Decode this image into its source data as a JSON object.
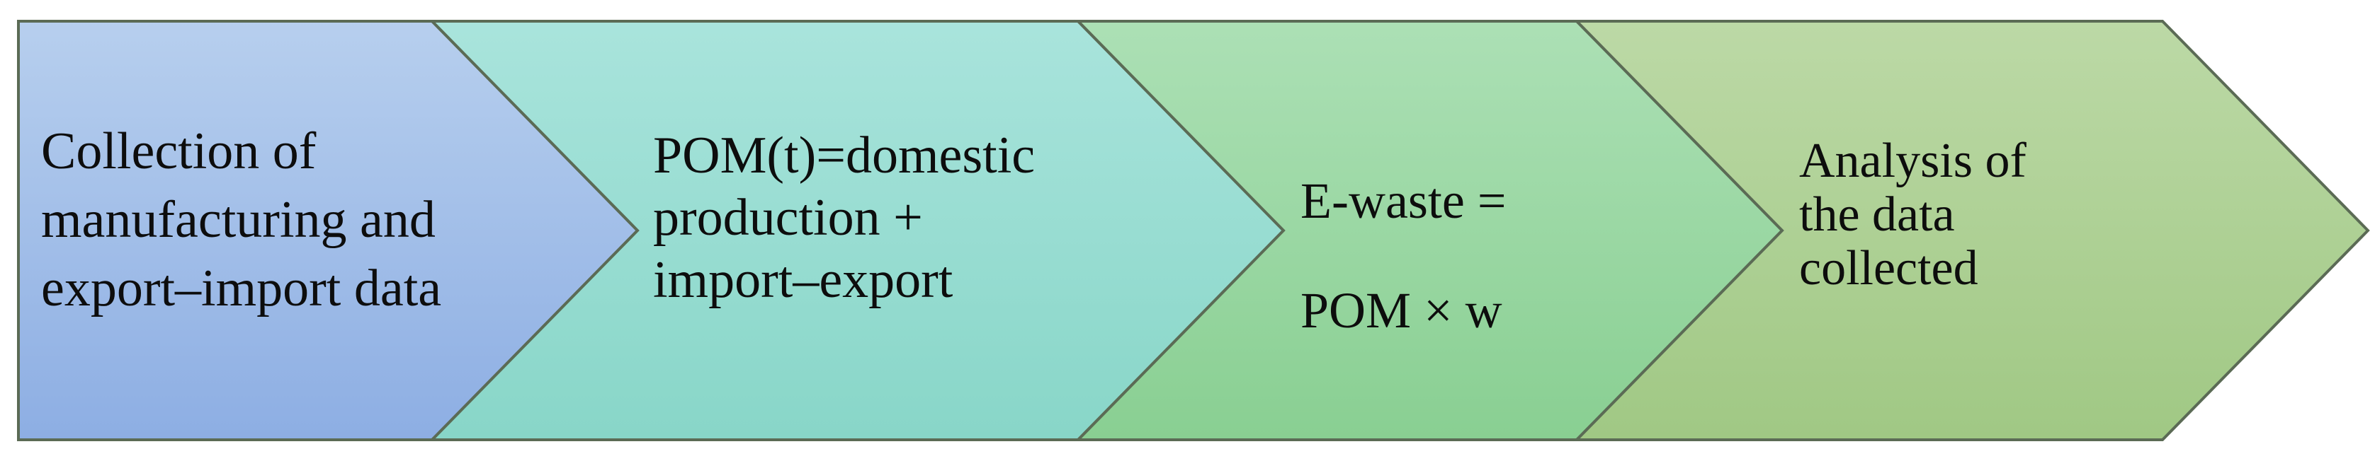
{
  "steps": [
    {
      "lines": [
        "Collection of",
        "manufacturing and",
        "export–import data"
      ],
      "color_top": "#b7cfee",
      "color_bottom": "#8daee3"
    },
    {
      "lines": [
        "POM(t)=domestic",
        "production +",
        "import–export"
      ],
      "color_top": "#a9e4dc",
      "color_bottom": "#88d6c8"
    },
    {
      "lines": [
        "E-waste =",
        "POM × w"
      ],
      "color_top": "#ace0b5",
      "color_bottom": "#89cf92"
    },
    {
      "lines": [
        "Analysis of",
        "the data",
        "collected"
      ],
      "color_top": "#bcd9a6",
      "color_bottom": "#a0c884"
    }
  ],
  "outline_color": "#5b6b55"
}
